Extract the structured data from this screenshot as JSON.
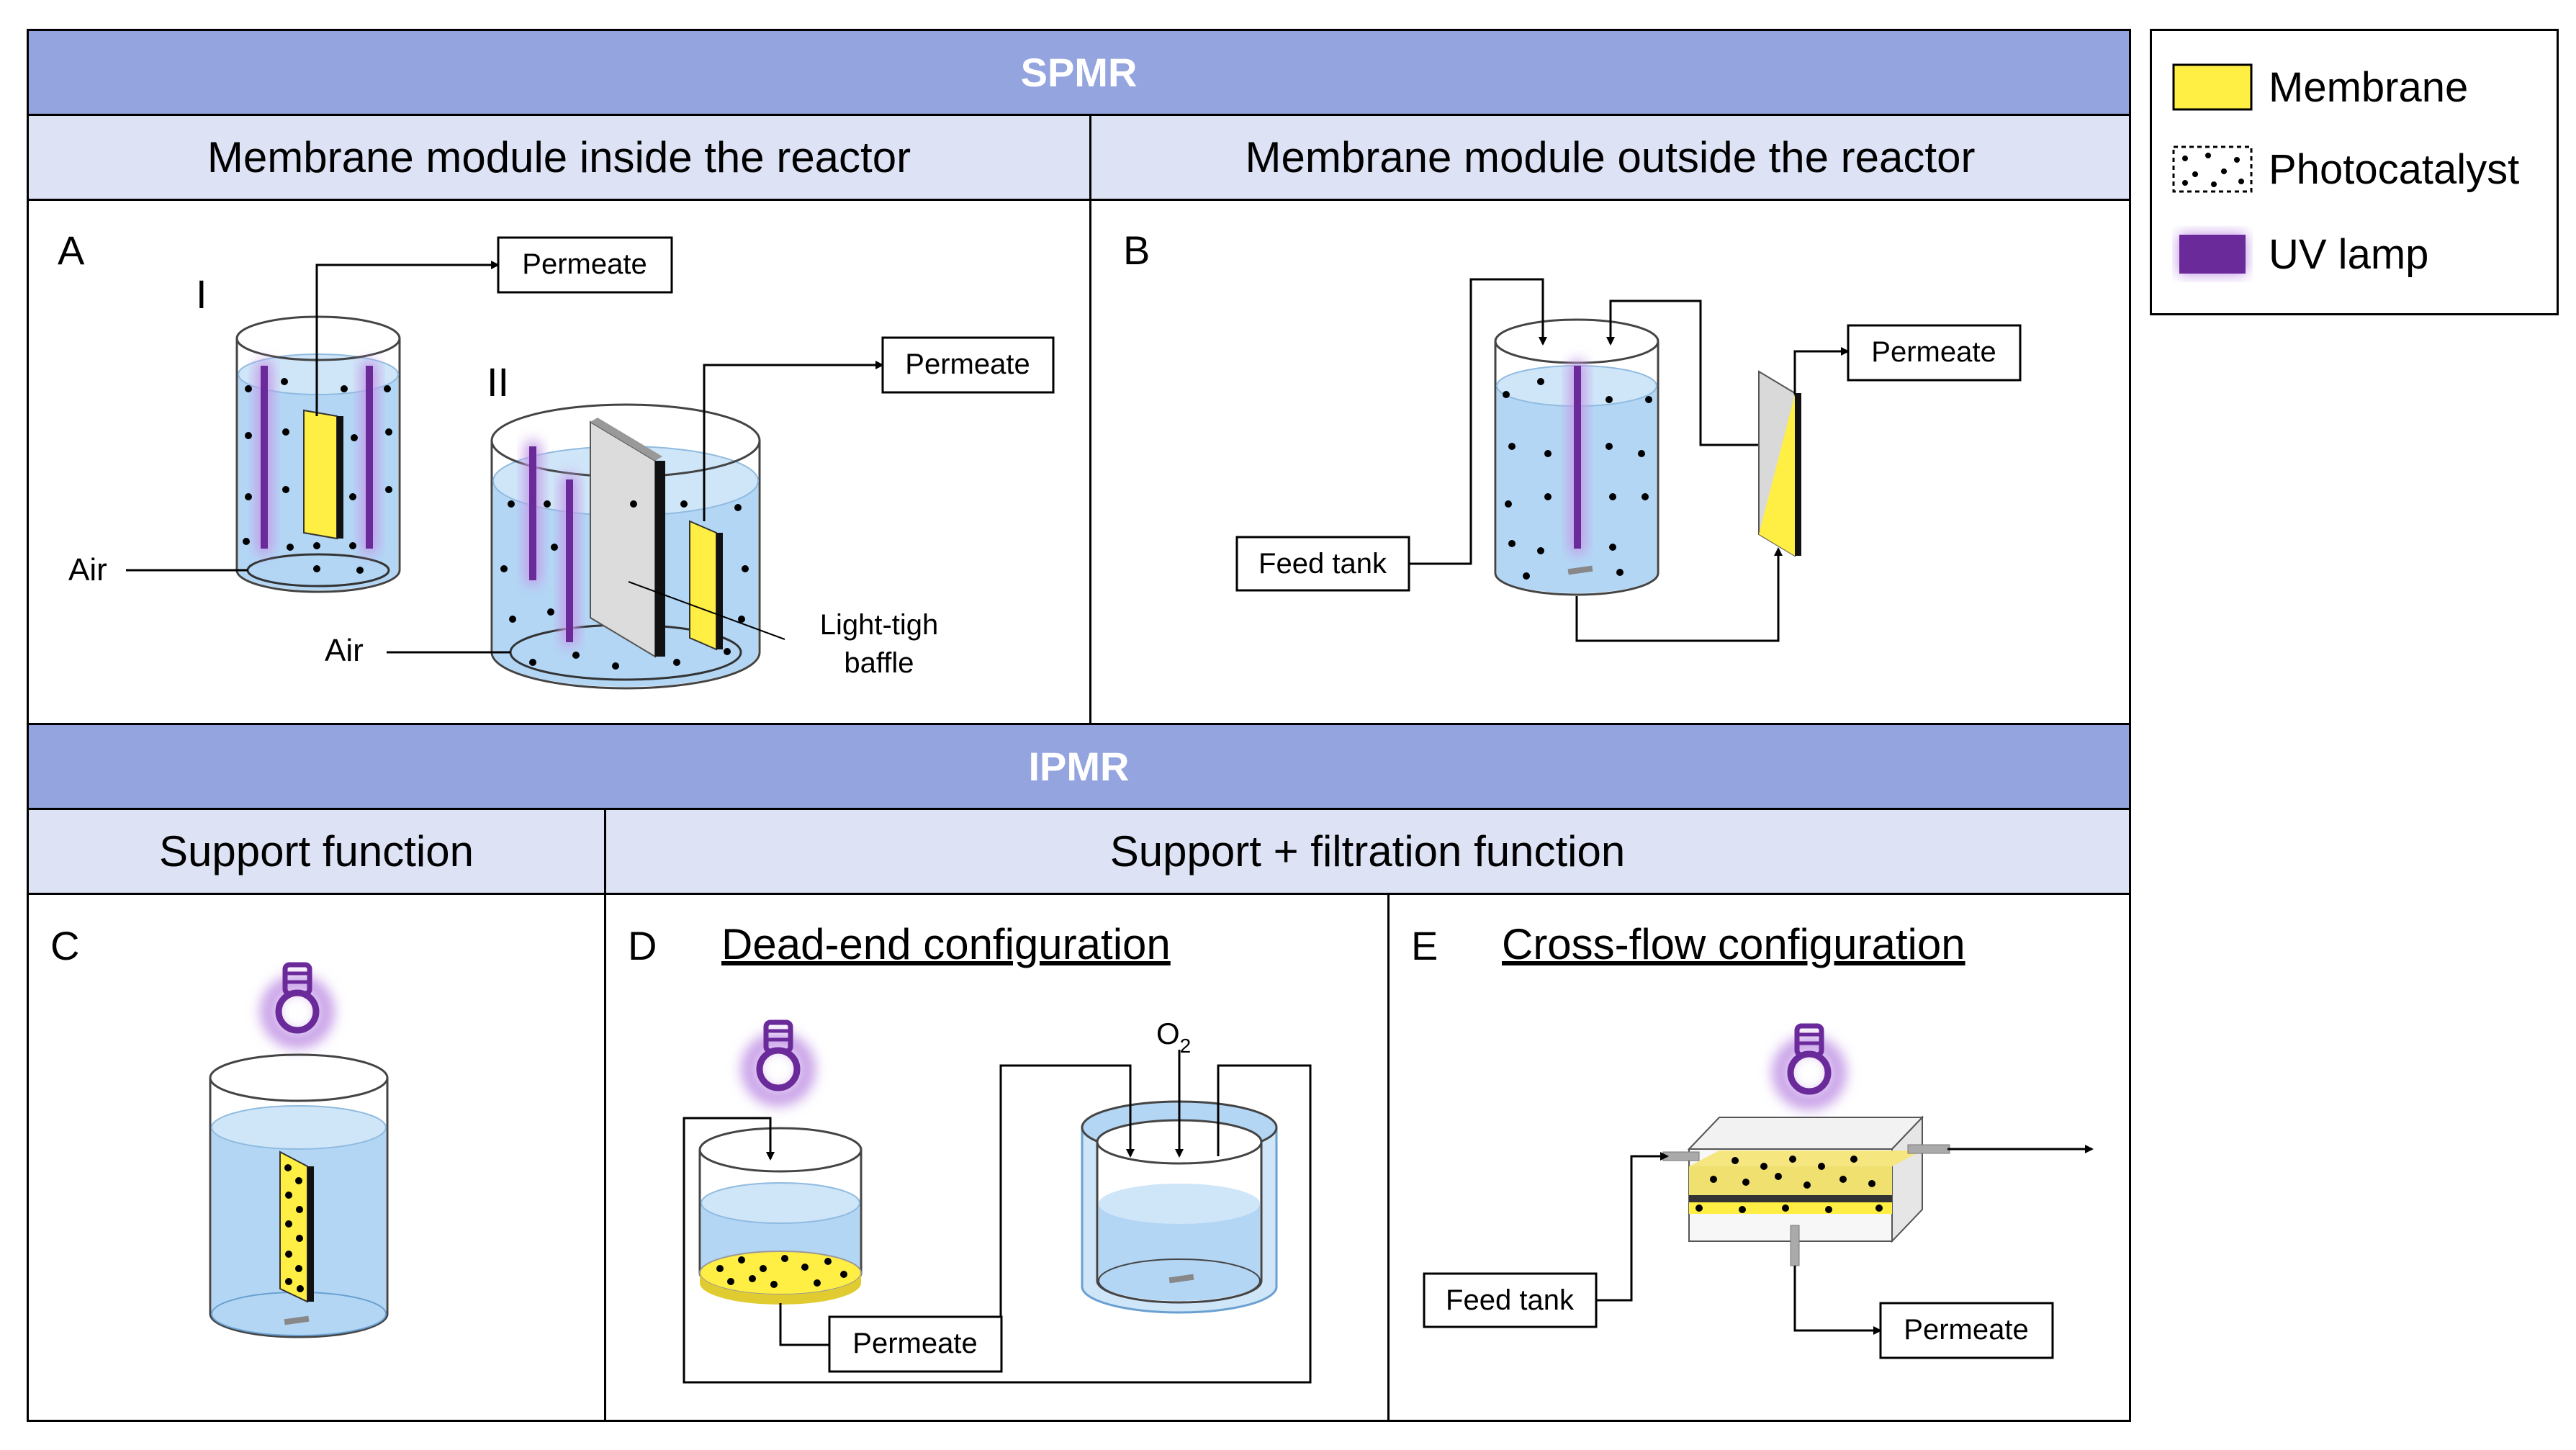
{
  "sections": {
    "spmr": "SPMR",
    "ipmr": "IPMR"
  },
  "subheaders": {
    "inside": "Membrane module inside the reactor",
    "outside": "Membrane module outside the reactor",
    "support": "Support function",
    "support_filtration": "Support + filtration function"
  },
  "panels": {
    "a": {
      "letter": "A",
      "label_i": "I",
      "label_ii": "II",
      "permeate": "Permeate",
      "air": "Air",
      "baffle_line1": "Light-tigh",
      "baffle_line2": "baffle"
    },
    "b": {
      "letter": "B",
      "permeate": "Permeate",
      "feed_tank": "Feed tank"
    },
    "c": {
      "letter": "C"
    },
    "d": {
      "letter": "D",
      "title": "Dead-end configuration",
      "permeate": "Permeate",
      "o2": "O",
      "o2_sub": "2"
    },
    "e": {
      "letter": "E",
      "title": "Cross-flow configuration",
      "feed_tank": "Feed tank",
      "permeate": "Permeate"
    }
  },
  "legend": {
    "membrane": "Membrane",
    "photocatalyst": "Photocatalyst",
    "uv_lamp": "UV lamp"
  },
  "colors": {
    "header_blue": "#94a4df",
    "subheader_blue": "#dde2f4",
    "water_blue": "#b3d6f5",
    "membrane_yellow": "#ffee44",
    "uv_purple": "#6a2a9a",
    "uv_glow": "#c49ae6"
  }
}
